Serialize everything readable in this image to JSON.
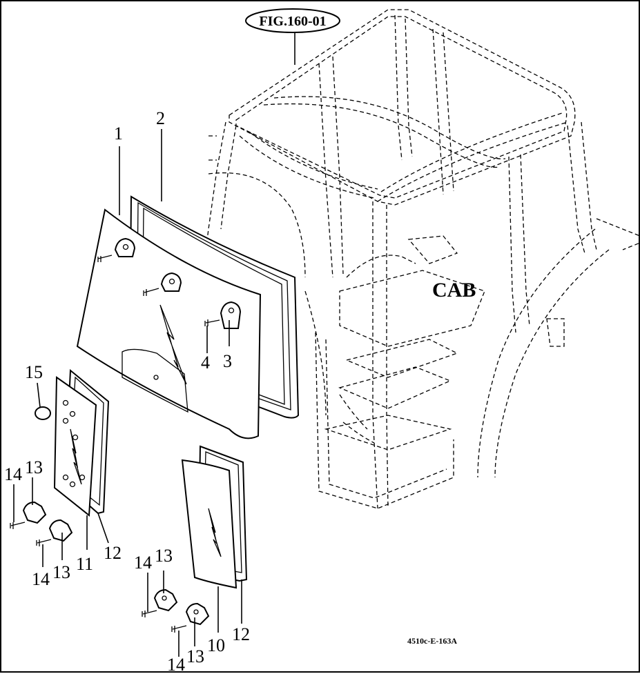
{
  "figure": {
    "ref": "FIG.160-01",
    "assembly_label": "CAB",
    "drawing_code": "4510c-E-163A"
  },
  "callouts": {
    "c1": "1",
    "c2": "2",
    "c3": "3",
    "c4": "4",
    "c10": "10",
    "c11": "11",
    "c12a": "12",
    "c12b": "12",
    "c13a": "13",
    "c13b": "13",
    "c13c": "13",
    "c13d": "13",
    "c14a": "14",
    "c14b": "14",
    "c14c": "14",
    "c14d": "14",
    "c15": "15"
  }
}
